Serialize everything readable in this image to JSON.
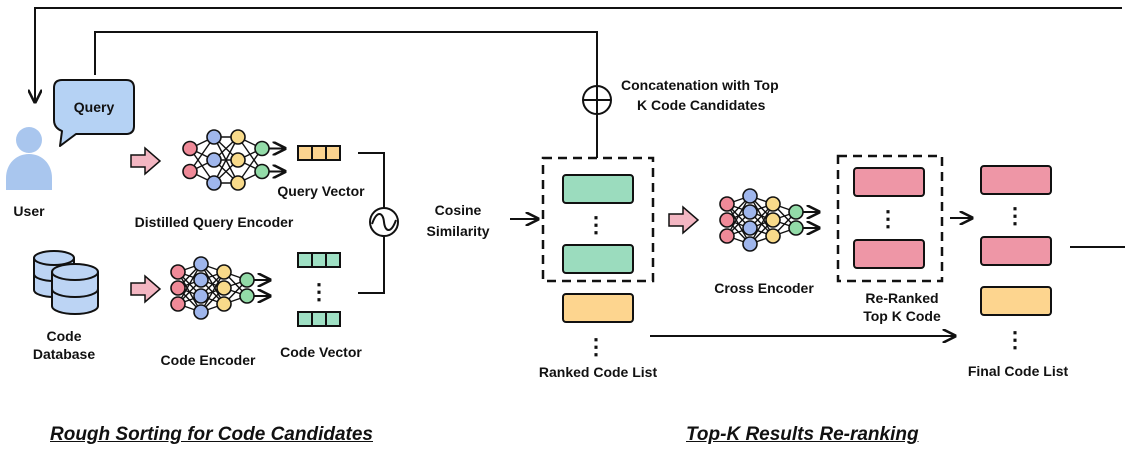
{
  "labels": {
    "user": "User",
    "query_bubble": "Query",
    "code_db_line1": "Code",
    "code_db_line2": "Database",
    "distilled_encoder": "Distilled Query Encoder",
    "code_encoder": "Code Encoder",
    "query_vector": "Query Vector",
    "code_vector": "Code Vector",
    "cosine_line1": "Cosine",
    "cosine_line2": "Similarity",
    "concat_line1": "Concatenation with Top",
    "concat_line2": "K Code Candidates",
    "ranked_list": "Ranked Code List",
    "cross_encoder": "Cross Encoder",
    "reranked_line1": "Re-Ranked",
    "reranked_line2": "Top K Code",
    "final_list": "Final Code List",
    "vdots": "⋮"
  },
  "sections": {
    "left": "Rough Sorting for Code Candidates",
    "right": "Top-K Results Re-ranking"
  },
  "colors": {
    "user_blue": "#a9c6ee",
    "bubble_blue": "#b5d2f4",
    "db_blue": "#bcd4f4",
    "arrow_pink": "#f3b6c2",
    "vec_orange": "#fbd38f",
    "vec_green": "#9fe0c4",
    "cand_green": "#9bdcbe",
    "cand_pink": "#ee96a6",
    "cand_orange": "#fdd58f",
    "node_red": "#ef8a98",
    "node_blue": "#9fb6ec",
    "node_yellow": "#f8da8a",
    "node_green": "#93dba8"
  }
}
